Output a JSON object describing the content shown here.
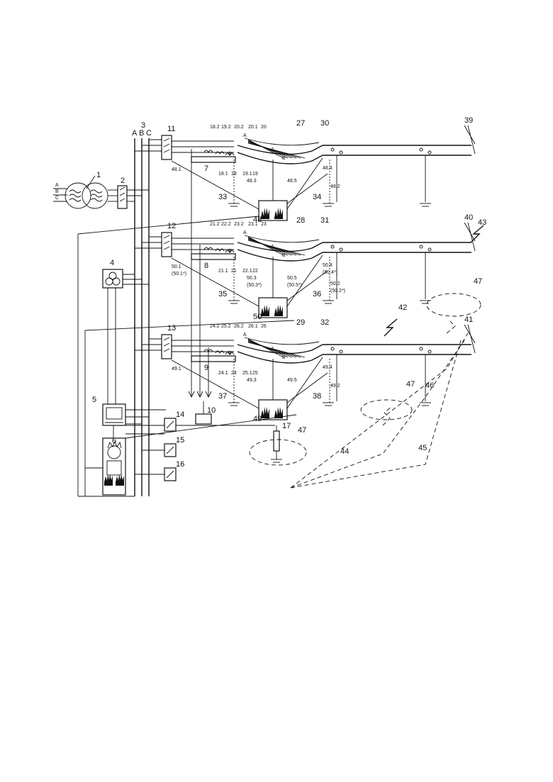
{
  "phases": {
    "a": "A",
    "b": "B",
    "c": "C"
  },
  "numbers": {
    "n1": "1",
    "n2": "2",
    "n3": "3",
    "n4": "4",
    "n5": "5",
    "n6": "6",
    "n7": "7",
    "n8": "8",
    "n9": "9",
    "n10": "10",
    "n11": "11",
    "n12": "12",
    "n13": "13",
    "n14": "14",
    "n15": "15",
    "n16": "16",
    "n17": "17",
    "n27": "27",
    "n28": "28",
    "n29": "29",
    "n30": "30",
    "n31": "31",
    "n32": "32",
    "n33": "33",
    "n34": "34",
    "n35": "35",
    "n36": "36",
    "n37": "37",
    "n38": "38",
    "n39": "39",
    "n40": "40",
    "n41": "41",
    "n42": "42",
    "n43": "43",
    "n44": "44",
    "n45": "45",
    "n46": "46",
    "n47a": "47",
    "n47b": "47",
    "n47c": "47",
    "n48": "48",
    "n49": "49",
    "n50": "50"
  },
  "top_labels": {
    "l182": "18.2",
    "l192": "19.2",
    "l202": "20.2",
    "l201": "20.1",
    "l20": "20",
    "l181": "18.1",
    "l18": "18",
    "l191": "19.1",
    "l19": "19",
    "l481": "48.1",
    "l483": "48.3",
    "l485": "48.5",
    "l484": "48.4",
    "l482": "48.2"
  },
  "mid_labels": {
    "l212": "21.2",
    "l222": "22.2",
    "l232": "23.2",
    "l231": "23.1",
    "l23": "23",
    "l211": "21.1",
    "l21": "21",
    "l221": "22.1",
    "l22": "22",
    "l501": "50.1",
    "l501s": "(50.1*)",
    "l503": "50.3",
    "l503s": "(50.3*)",
    "l505": "50.5",
    "l505s": "(50.5*)",
    "l504": "50.4",
    "l504s": "(50.4*)",
    "l502": "50.2",
    "l502s": "(50.2*)"
  },
  "bot_labels": {
    "l242": "24.2",
    "l252": "25.2",
    "l262": "26.2",
    "l261": "26.1",
    "l26": "26",
    "l241": "24.1",
    "l24": "24",
    "l251": "25.1",
    "l25": "25",
    "l491": "49.1",
    "l493": "49.3",
    "l495": "49.5",
    "l494": "49.4",
    "l492": "49.2"
  }
}
